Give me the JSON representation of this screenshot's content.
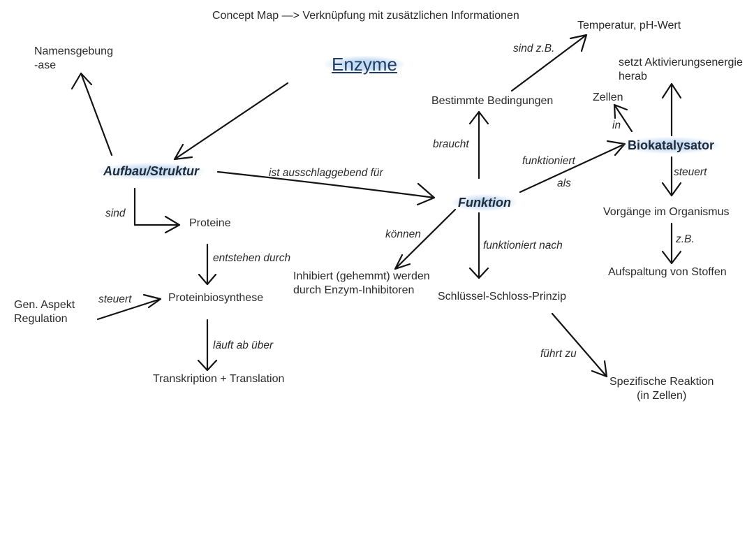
{
  "title": "Concept Map —> Verknüpfung mit zusätzlichen Informationen",
  "nodes": {
    "enzyme": "Enzyme",
    "namensgebung": "Namensgebung\n-ase",
    "aufbau": "Aufbau/Struktur",
    "proteine": "Proteine",
    "proteinbiosynthese": "Proteinbiosynthese",
    "gen_aspekt": "Gen. Aspekt\nRegulation",
    "transkription": "Transkription + Translation",
    "funktion": "Funktion",
    "bedingungen": "Bestimmte Bedingungen",
    "temperatur": "Temperatur, pH-Wert",
    "inhibiert": "Inhibiert (gehemmt) werden\ndurch Enzym-Inhibitoren",
    "schluessel": "Schlüssel-Schloss-Prinzip",
    "spezifisch": "Spezifische Reaktion\n(in Zellen)",
    "biokatalysator": "Biokatalysator",
    "zellen": "Zellen",
    "aktivierung": "setzt Aktivierungsenergie\nherab",
    "vorgaenge": "Vorgänge im Organismus",
    "aufspaltung": "Aufspaltung von Stoffen"
  },
  "labels": {
    "sind": "sind",
    "entstehen": "entstehen durch",
    "steuert_gen": "steuert",
    "laeuft": "läuft ab über",
    "ausschlaggebend": "ist ausschlaggebend für",
    "braucht": "braucht",
    "sind_zb": "sind z.B.",
    "koennen": "können",
    "funktioniert_nach": "funktioniert nach",
    "fuehrt_zu": "führt zu",
    "funktioniert": "funktioniert",
    "als": "als",
    "in": "in",
    "steuert": "steuert",
    "zb": "z.B."
  }
}
